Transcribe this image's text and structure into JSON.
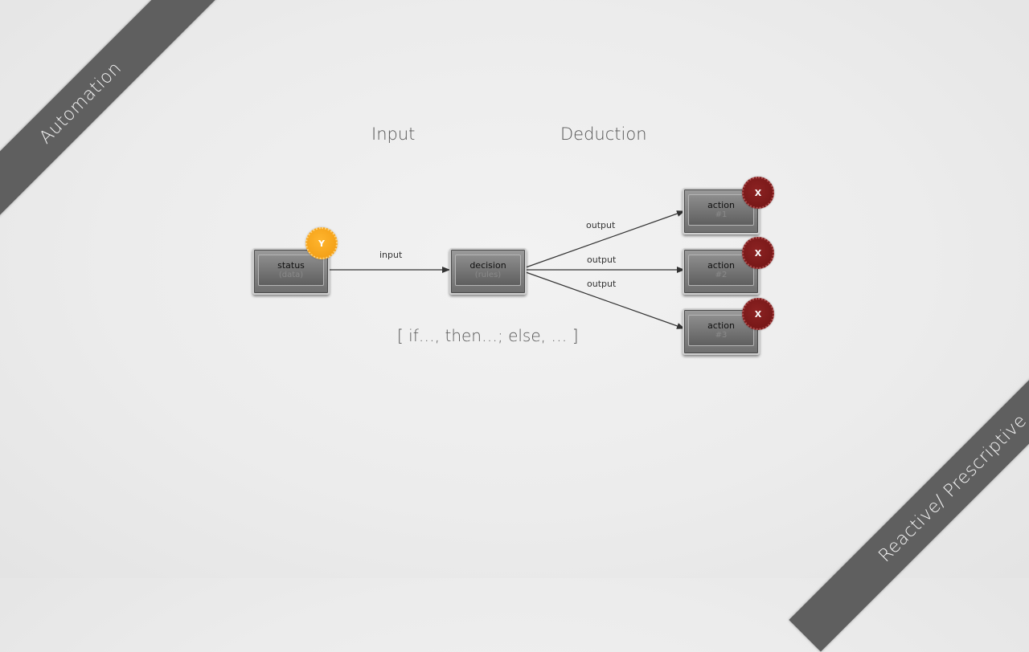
{
  "corner_labels": {
    "top_left": "Automation",
    "bottom_right": "Reactive/ Prescriptive"
  },
  "headings": {
    "input": "Input",
    "deduction": "Deduction"
  },
  "rule": "[ if…, then…; else, … ]",
  "nodes": {
    "status": {
      "title": "status",
      "sub": "(data)"
    },
    "decision": {
      "title": "decision",
      "sub": "(rules)"
    },
    "action1": {
      "title": "action",
      "sub": "#1"
    },
    "action2": {
      "title": "action",
      "sub": "#2"
    },
    "action3": {
      "title": "action",
      "sub": "#3"
    }
  },
  "badges": {
    "status": "Y",
    "action1": "X",
    "action2": "X",
    "action3": "X"
  },
  "edges": {
    "input": "input",
    "output1": "output",
    "output2": "output",
    "output3": "output"
  },
  "colors": {
    "band": "#5f5f5f",
    "badge_y": "#f5a623",
    "badge_x": "#7a1a1a"
  }
}
